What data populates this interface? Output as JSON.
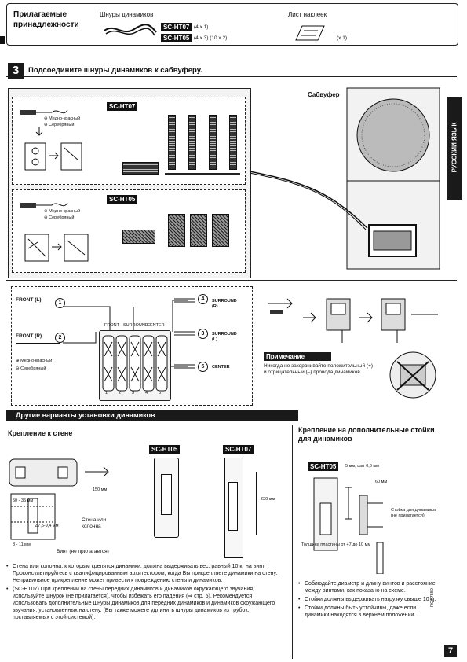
{
  "accessories": {
    "title_line1": "Прилагаемые",
    "title_line2": "принадлежности",
    "cords_label": "Шнуры динамиков",
    "ht07_tag": "SC-HT07",
    "ht07_qty": "(4 x 1)",
    "ht05_tag": "SC-HT05",
    "ht05_qty": "(4 x 3) (10 x 2)",
    "sticker_label": "Лист наклеек",
    "sticker_qty": "(x 1)"
  },
  "step3": {
    "number": "3",
    "title": "Подсоедините шнуры динамиков к сабвуферу.",
    "subwoofer_label": "Сабвуфер",
    "ht07_tag": "SC-HT07",
    "ht05_tag": "SC-HT05",
    "ht07_copper": "⊕ Медно-красный",
    "ht07_silver": "⊖ Серебряный",
    "ht05_copper": "⊕ Медно-красный",
    "ht05_silver": "⊖ Серебряный"
  },
  "wiring": {
    "front_l": "FRONT (L)",
    "front_r": "FRONT (R)",
    "surround_r": "SURROUND (R)",
    "surround_l": "SURROUND (L)",
    "center": "CENTER",
    "n1": "1",
    "n2": "2",
    "n3": "3",
    "n4": "4",
    "n5": "5",
    "legend_copper": "⊕ Медно-красный",
    "legend_silver": "⊖ Серебряный",
    "term_labels": [
      "FRONT",
      "SURROUND",
      "CENTER"
    ],
    "note_title": "Примечание",
    "note_text": "Никогда не закорачивайте положительный (+) и отрицательный (–) провода динамиков."
  },
  "other": {
    "banner": "Другие варианты установки динамиков",
    "wall_title": "Крепление к стене",
    "stand_title": "Крепление на дополнительные стойки для динамиков",
    "ht05_tag": "SC-HT05",
    "ht07_tag": "SC-HT07",
    "dim_150": "150 мм",
    "dim_230": "230 мм",
    "dim_50_35": "50 - 35 мм",
    "dim_phi": "Ø7,5-9,4 мм",
    "dim_8_11": "8 - 11 мм",
    "wall_label": "Стена или колонна",
    "screw_label": "Винт (не прилагается)",
    "stand_screw": "5 мм, шаг 0,8 мм",
    "dim_60": "60 мм",
    "stand_label": "Стойка для динамиков (не прилагается)",
    "plate_label": "Толщина пластины от +7 до 10 мм",
    "wall_bullets": [
      "Стена или колонна, к которым крепятся динамики, должна выдерживать вес, равный 10 кг на винт. Проконсультируйтесь с квалифицированным архитектором, когда Вы прикрепляете динамики на стену. Неправильное прикрепление может привести к повреждению стены и динамиков.",
      "(SC-HT07) При креплении на стены передних динамиков и динамиков окружающего звучания, используйте шнурок (не прилагается), чтобы избежать его падения (⇒ стр. 5). Рекомендуется использовать дополнительные шнуры динамиков для передних динамиков и динамиков окружающего звучания, установленных на стену. (Вы также можете удлинить шнуры динамиков из трубок, поставляемых с этой системой)."
    ],
    "stand_bullets": [
      "Соблюдайте диаметр и длину винтов и расстояние между винтами, как показано на схеме.",
      "Стойки должны выдерживать нагрузку свыше 10 кг.",
      "Стойки должны быть устойчивы, даже если динамики находятся в верхнем положении."
    ]
  },
  "side_tab": "РУССКИЙ ЯЗЫК",
  "footer": {
    "doc_code": "RQT7880",
    "page": "7"
  }
}
